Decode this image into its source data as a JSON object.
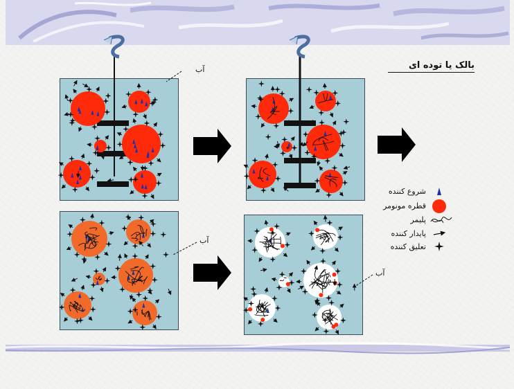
{
  "slide": {
    "title": "بالک یا توده ای",
    "water_label_1": "آب",
    "water_label_2": "آب",
    "water_label_3": "آب"
  },
  "legend": {
    "items": [
      {
        "label": "شروع کننده",
        "icon": "initiator-triangle-icon"
      },
      {
        "label": "قطره مونومر",
        "icon": "monomer-droplet-icon"
      },
      {
        "label": "پلیمر",
        "icon": "polymer-coil-icon"
      },
      {
        "label": "پایدار کننده",
        "icon": "stabilizer-arrow-icon"
      },
      {
        "label": "تعلیق کننده",
        "icon": "suspending-agent-star-icon"
      }
    ]
  },
  "colors": {
    "tank_fill": "#a7cdd6",
    "droplet_red": "#ff2a0a",
    "droplet_orange": "#f26a2a",
    "initiator_blue": "#1f2fa8",
    "process_arrow": "#000000"
  }
}
